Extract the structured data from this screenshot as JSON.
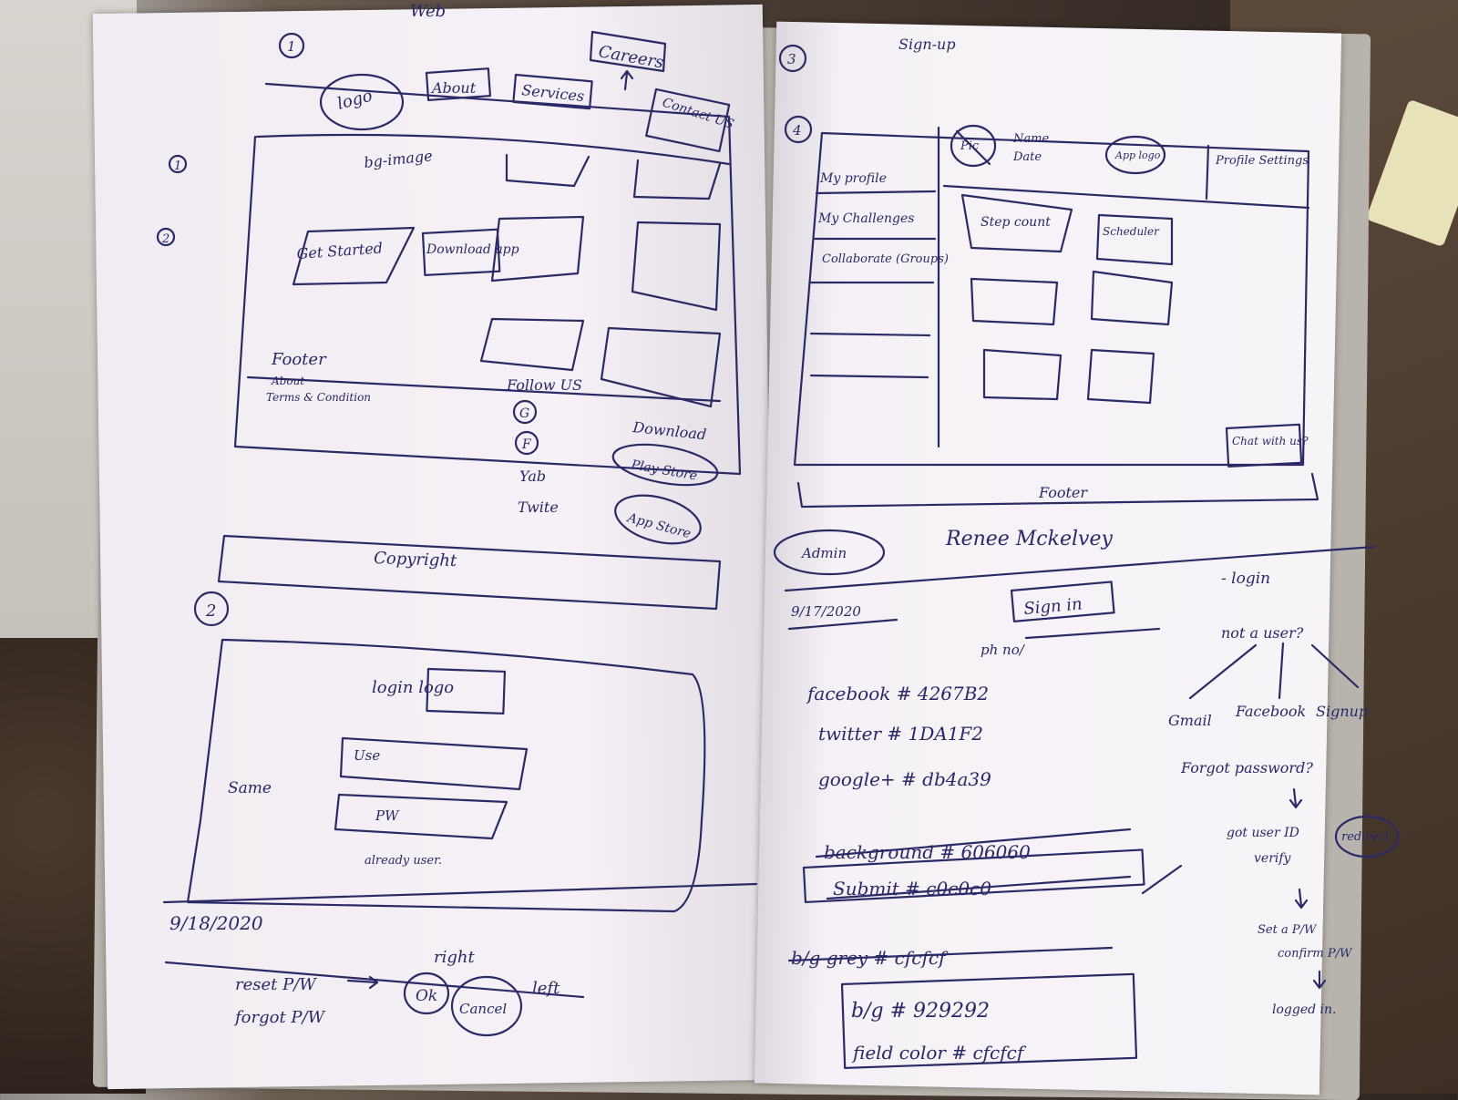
{
  "left_page": {
    "header_word": "Web",
    "wireframe_1": {
      "step_number": "1",
      "careers": "Careers",
      "nav_logo": "logo",
      "nav_about": "About",
      "nav_services": "Services",
      "nav_contact": "Contact US",
      "bg_image": "bg-image",
      "get_started": "Get Started",
      "download_app": "Download app",
      "footer": "Footer",
      "footer_about": "About",
      "footer_terms": "Terms & Condition",
      "follow_us": "Follow US",
      "follow_g": "G",
      "follow_f": "F",
      "youtube": "Yab",
      "twitter": "Twite",
      "download": "Download",
      "play_store": "Play Store",
      "app_store": "App Store",
      "copyright": "Copyright"
    },
    "margin_1": "1",
    "margin_2": "2",
    "wireframe_2": {
      "step_number": "2",
      "login_logo": "login logo",
      "user_field": "Use",
      "password_field": "PW",
      "side_label": "Same",
      "already_user": "already user.",
      "date": "9/18/2020",
      "reset": "reset P/W",
      "forgot": "forgot P/W",
      "right": "right",
      "ok": "Ok",
      "cancel": "Cancel",
      "left": "left"
    }
  },
  "right_page": {
    "step_3": "3",
    "signup": "Sign-up",
    "step_4": "4",
    "avatar": "Pic",
    "name": "Name",
    "date_label": "Date",
    "app_logo": "App logo",
    "profile_settings": "Profile Settings",
    "menu": [
      "My profile",
      "My Challenges",
      "Collaborate (Groups)"
    ],
    "card_steps": "Step count",
    "card_second": "Scheduler",
    "chat": "Chat with us?",
    "footer": "Footer",
    "admin": "Admin",
    "author": "Renee Mckelvey",
    "date": "9/17/2020",
    "sign_in": "Sign in",
    "phno": "ph no/",
    "login": "- login",
    "not_a_user": "not a user?",
    "gmail": "Gmail",
    "facebook_opt": "Facebook",
    "signup_opt": "Signup",
    "forgot_password": "Forgot password?",
    "got_user_id": "got user ID",
    "verify": "verify",
    "redirect": "redirect",
    "set_pw": "Set a P/W",
    "confirm_pw": "confirm P/W",
    "logged_in": "logged in.",
    "facebook_color": "facebook # 4267B2",
    "twitter_color": "twitter # 1DA1F2",
    "google_color": "google+ # db4a39",
    "background_color": "background # 606060",
    "submit_color": "Submit # c0c0c0",
    "bg_grey": "b/g grey # cfcfcf",
    "bg_color": "b/g # 929292",
    "field_color": "field color # cfcfcf"
  }
}
